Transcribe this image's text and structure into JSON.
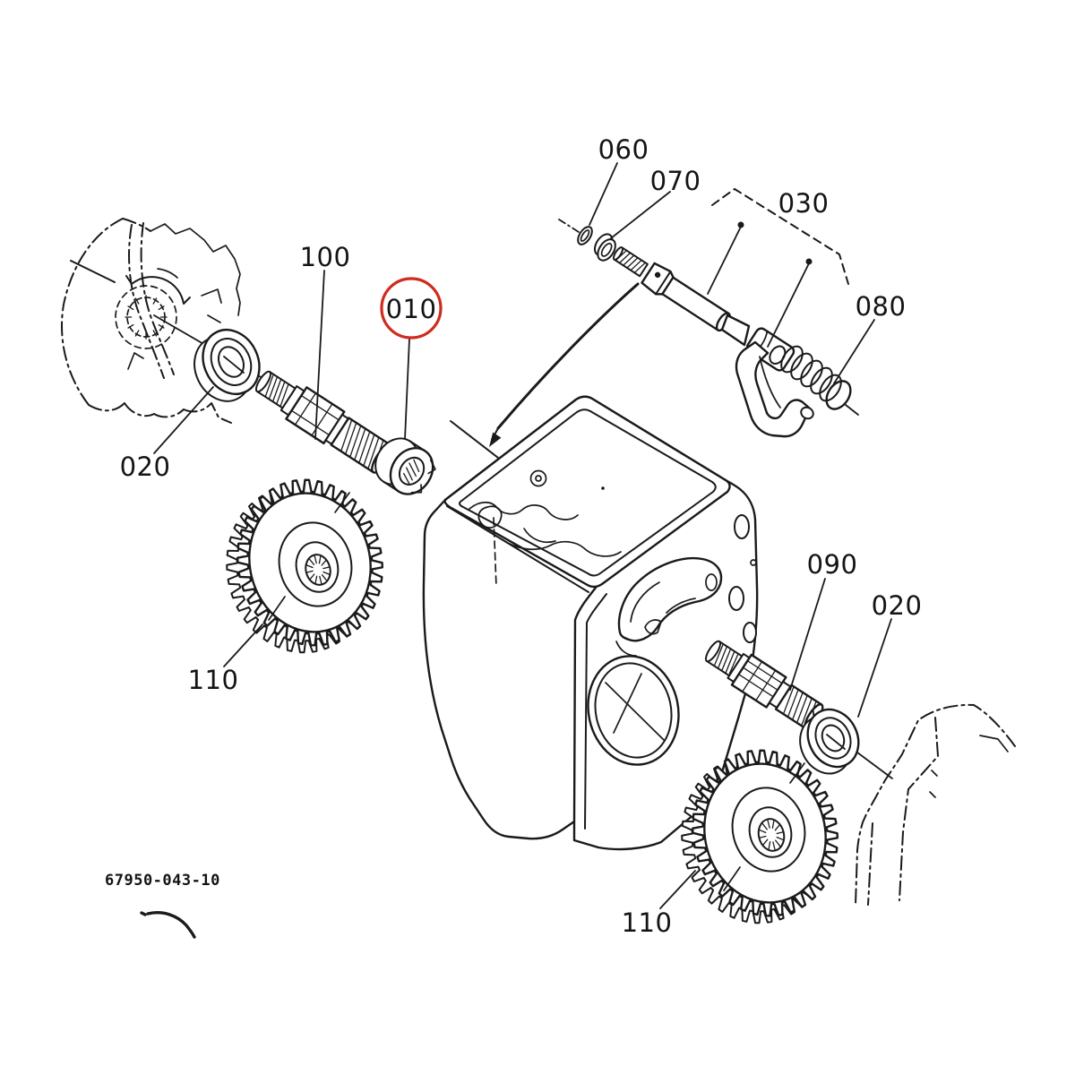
{
  "diagram": {
    "drawing_number": "67950-043-10",
    "highlight_color": "#cf2b1e",
    "line_color": "#1a1a1a",
    "background_color": "#ffffff",
    "highlighted_callout": "010",
    "callouts": [
      {
        "id": "060",
        "label": "060",
        "part": "o-ring"
      },
      {
        "id": "070",
        "label": "070",
        "part": "seal-washer"
      },
      {
        "id": "030",
        "label": "030",
        "part": "shift-rod-assembly"
      },
      {
        "id": "080",
        "label": "080",
        "part": "spring"
      },
      {
        "id": "100",
        "label": "100",
        "part": "spline-shaft"
      },
      {
        "id": "010",
        "label": "010",
        "part": "shift-collar"
      },
      {
        "id": "020-left",
        "label": "020",
        "part": "ball-bearing"
      },
      {
        "id": "110-left",
        "label": "110",
        "part": "spur-gear"
      },
      {
        "id": "090",
        "label": "090",
        "part": "pinion-shaft"
      },
      {
        "id": "020-right",
        "label": "020",
        "part": "ball-bearing"
      },
      {
        "id": "110-bottom",
        "label": "110",
        "part": "spur-gear"
      }
    ]
  }
}
